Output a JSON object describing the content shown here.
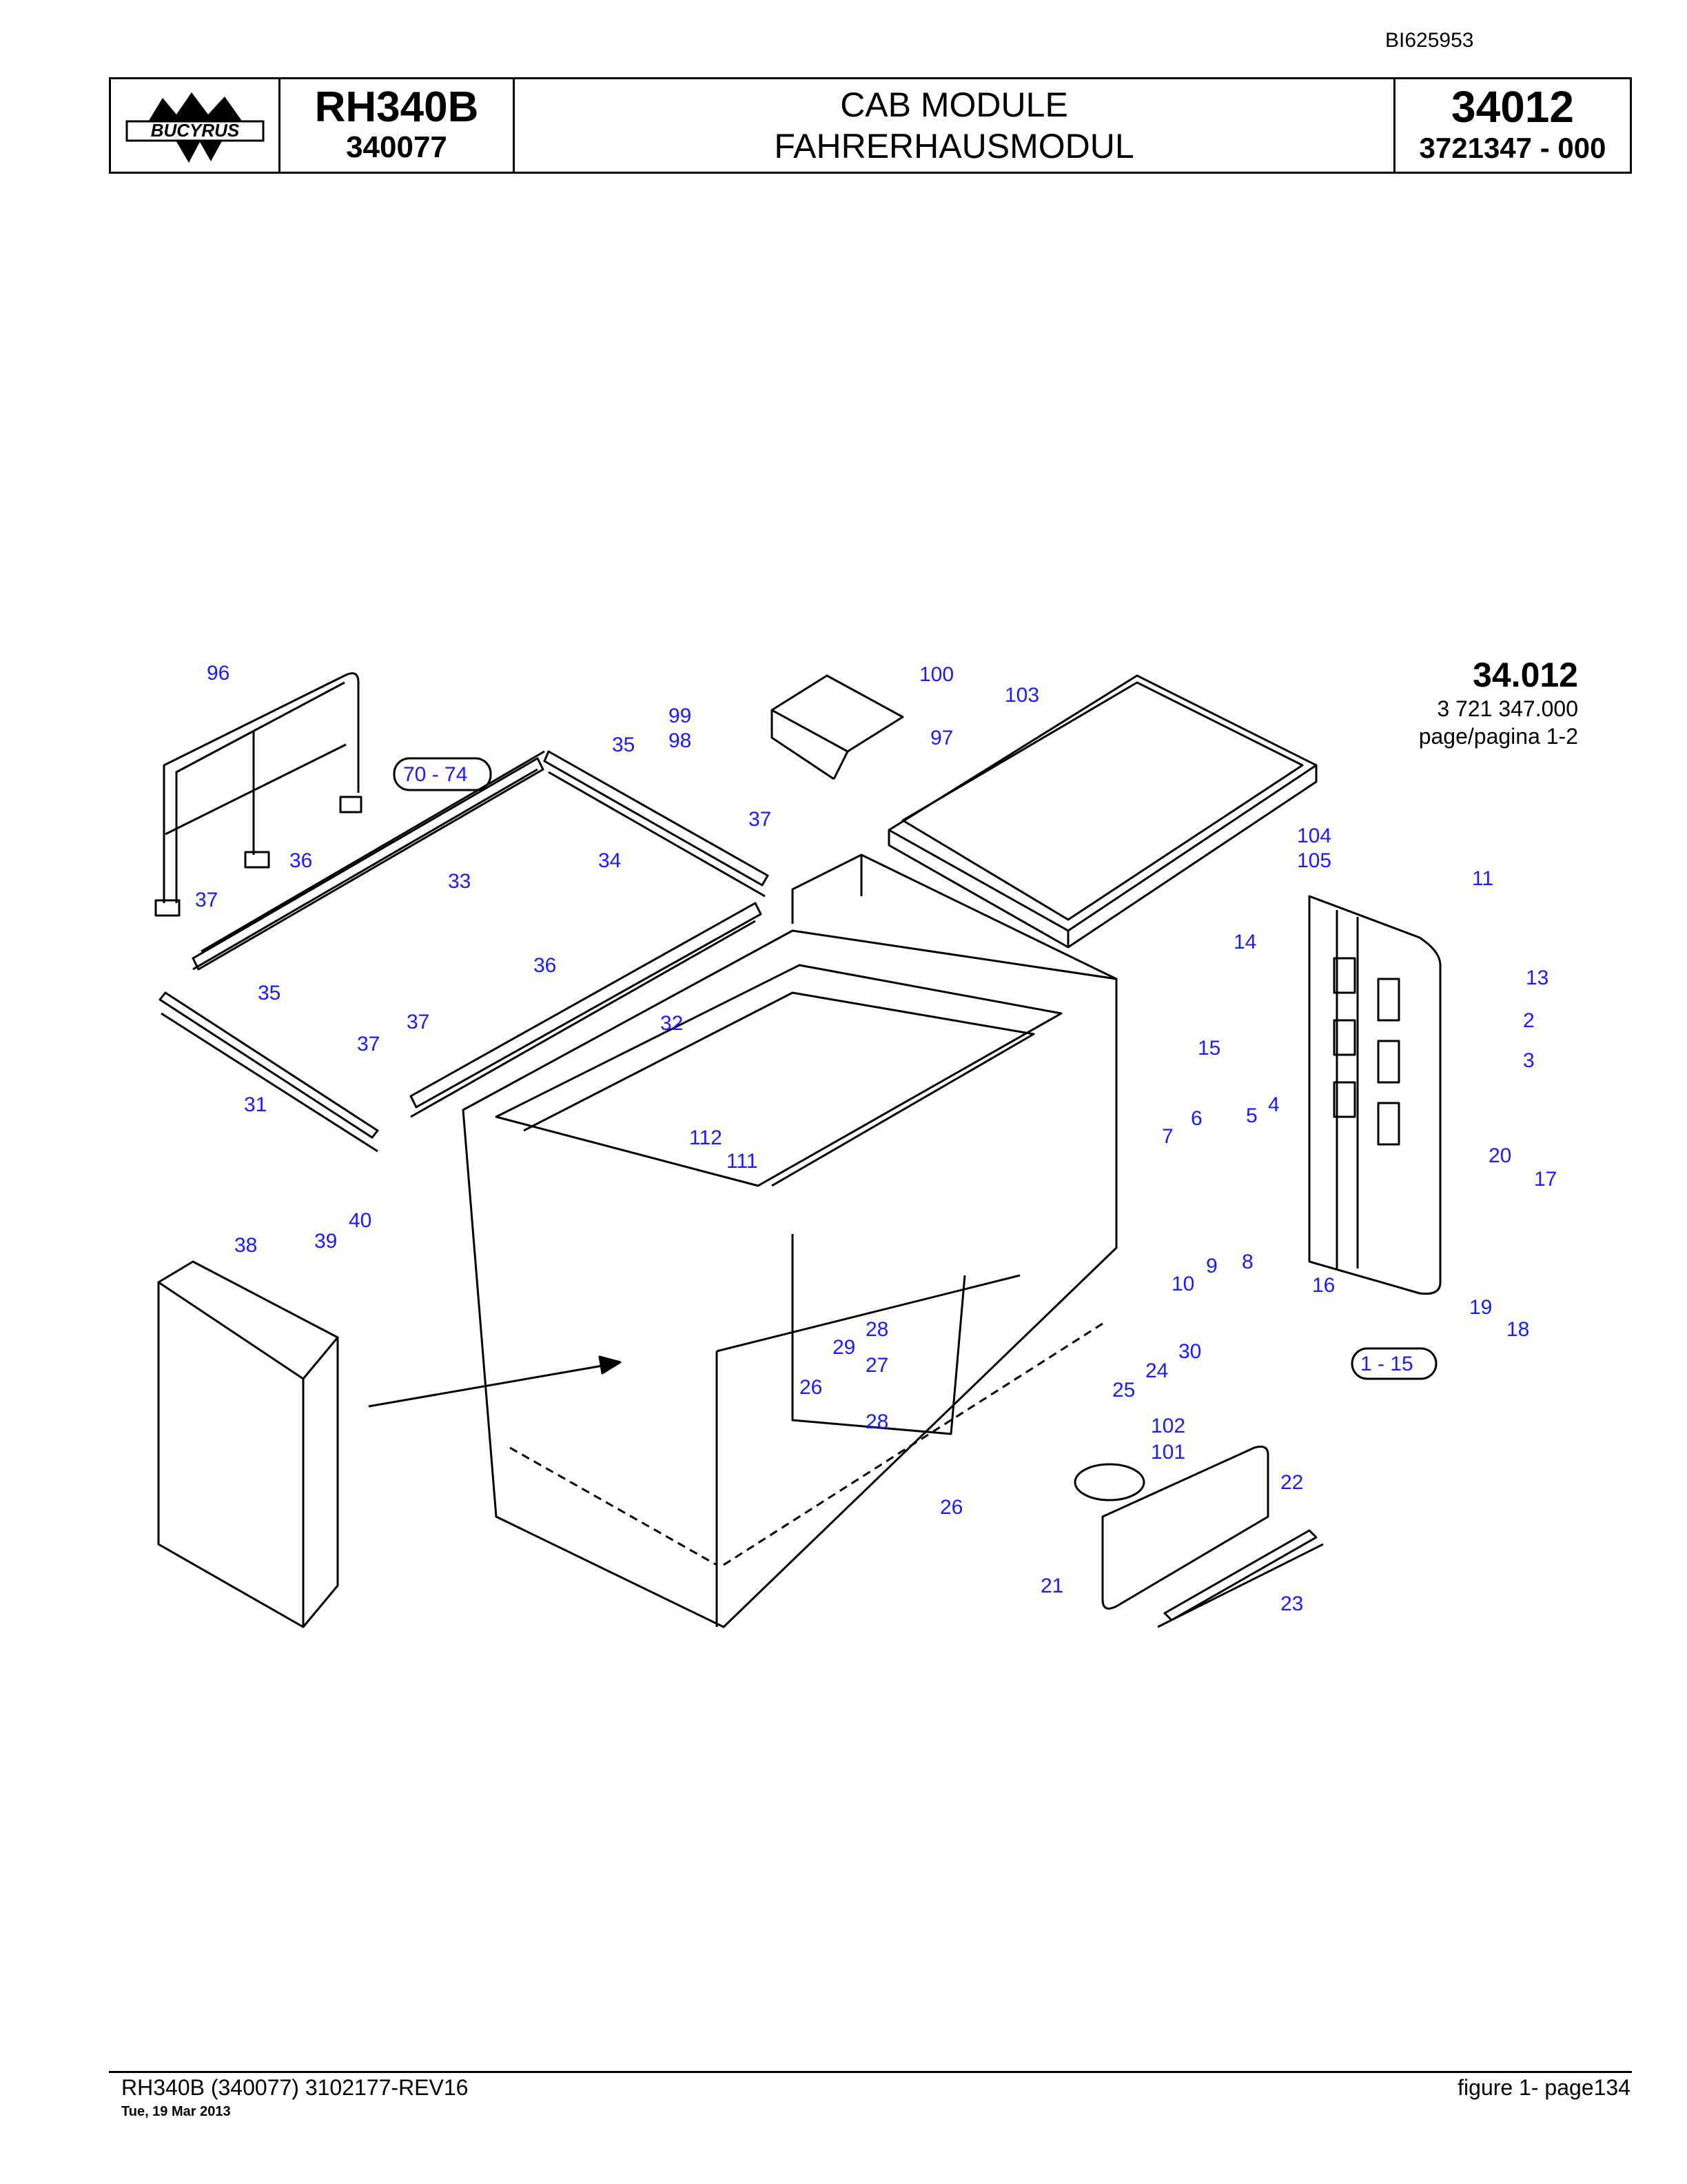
{
  "doc_id": "BI625953",
  "header": {
    "logo_text": "BUCYRUS",
    "model": "RH340B",
    "serial": "340077",
    "title_en": "CAB MODULE",
    "title_de": "FAHRERHAUSMODUL",
    "group_code": "34012",
    "part_number": "3721347  - 000"
  },
  "figure_ref": {
    "number": "34.012",
    "part": "3 721 347.000",
    "page": "page/pagina 1-2"
  },
  "callouts": [
    "96",
    "70 - 74",
    "35",
    "33",
    "36",
    "37",
    "34",
    "37",
    "35",
    "31",
    "37",
    "36",
    "32",
    "37",
    "99",
    "98",
    "100",
    "97",
    "103",
    "104",
    "105",
    "11",
    "13",
    "14",
    "2",
    "3",
    "15",
    "7",
    "6",
    "5",
    "4",
    "20",
    "17",
    "10",
    "9",
    "8",
    "16",
    "19",
    "18",
    "1 - 15",
    "112",
    "111",
    "38",
    "39",
    "40",
    "28",
    "29",
    "27",
    "28",
    "26",
    "30",
    "24",
    "25",
    "102",
    "101",
    "26",
    "22",
    "21",
    "23"
  ],
  "footer": {
    "left": "RH340B (340077) 3102177-REV16",
    "date": "Tue, 19 Mar 2013",
    "right": "figure  1- page134"
  }
}
